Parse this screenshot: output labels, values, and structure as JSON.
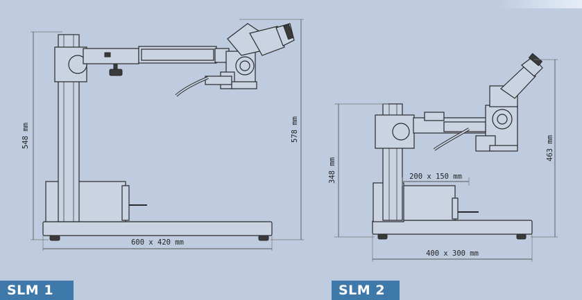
{
  "models": [
    {
      "name": "SLM 1",
      "height_label": "548 mm",
      "total_height_label": "578 mm",
      "base_label": "600 x 420 mm"
    },
    {
      "name": "SLM 2",
      "height_label": "348 mm",
      "total_height_label": "463 mm",
      "base_label": "400 x 300 mm",
      "stage_label": "200 x 150 mm"
    }
  ],
  "colors": {
    "background": "#bfcce0",
    "tab": "#3f79a9",
    "line": "#2a2a2a",
    "body": "#c9d3e2"
  }
}
